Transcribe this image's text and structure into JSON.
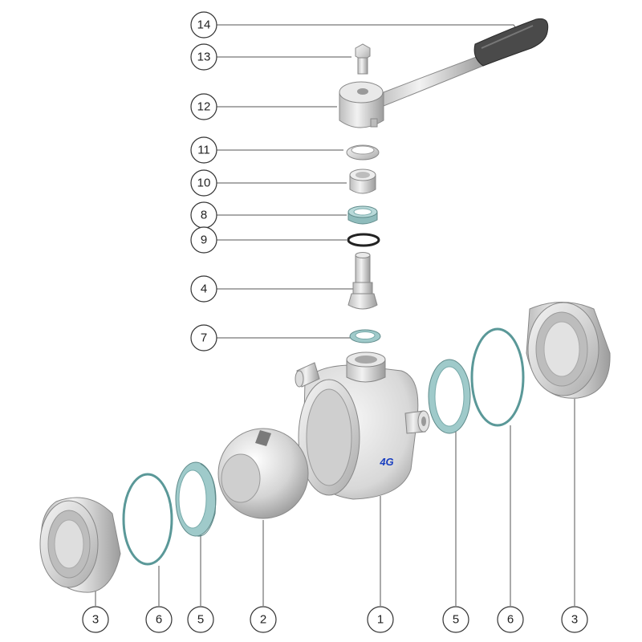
{
  "callouts": {
    "c14": "14",
    "c13": "13",
    "c12": "12",
    "c11": "11",
    "c10": "10",
    "c8": "8",
    "c9": "9",
    "c4": "4",
    "c7": "7",
    "b3a": "3",
    "b6a": "6",
    "b5a": "5",
    "b2": "2",
    "b1": "1",
    "b5b": "5",
    "b6b": "6",
    "b3b": "3"
  },
  "logo_text": "4G",
  "colors": {
    "metal": "#d9d9d9",
    "metal_dark": "#9a9a9a",
    "seal_teal": "#9fc9c9",
    "oring": "#7fb8b0",
    "handle_grip": "#4a4a4a",
    "logo_blue": "#1a3fc0"
  }
}
